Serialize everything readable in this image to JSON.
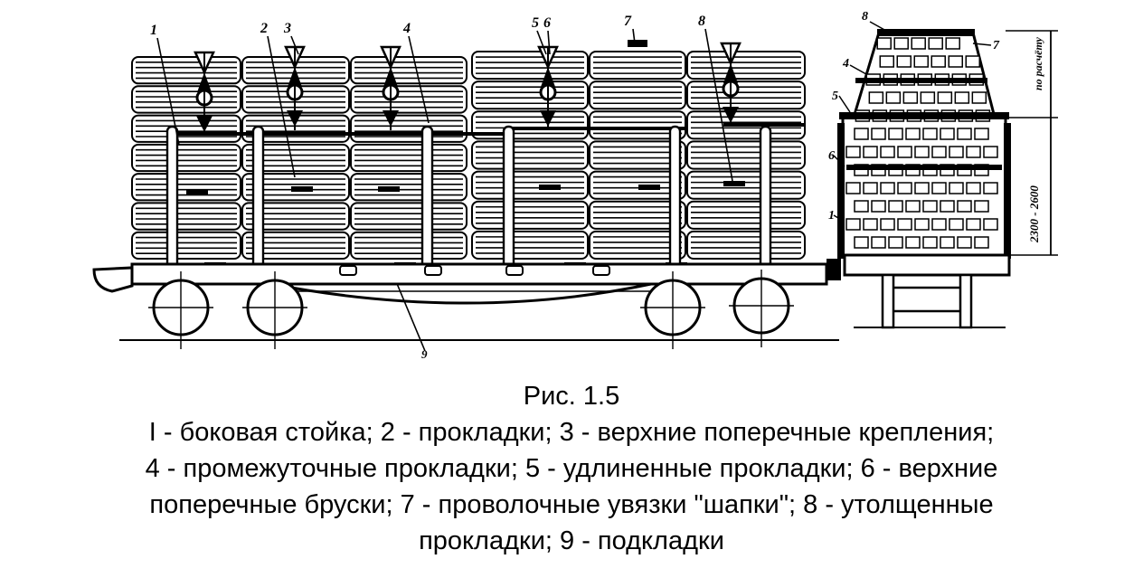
{
  "figure": {
    "title": "Рис. 1.5",
    "caption_lines": [
      "I - боковая стойка; 2 - прокладки; 3 - верхние поперечные крепления;",
      "4 - промежуточные прокладки; 5 - удлиненные прокладки; 6 - верхние",
      "поперечные бруски; 7 - проволочные увязки \"шапки\"; 8 - утолщенные",
      "прокладки; 9 - подкладки"
    ]
  },
  "side_view": {
    "callouts": [
      "1",
      "2",
      "3",
      "4",
      "5",
      "6",
      "7",
      "8",
      "9"
    ]
  },
  "end_view": {
    "callouts": [
      "8",
      "7",
      "4",
      "5",
      "6",
      "1"
    ],
    "dim_cap": "по расчёту",
    "dim_body": "2300 - 2600"
  },
  "colors": {
    "ink": "#000000",
    "paper": "#ffffff"
  }
}
